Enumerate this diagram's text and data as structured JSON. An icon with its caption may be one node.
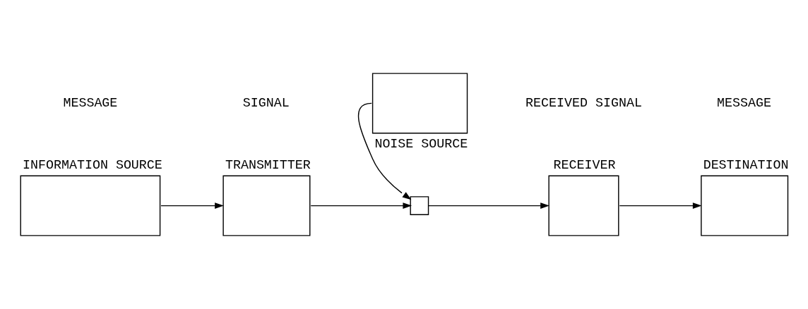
{
  "diagram": {
    "nodes": [
      {
        "text": [
          "INFORMATION SOURCE"
        ]
      },
      {
        "text": [
          "TRANSMITTER"
        ]
      },
      {
        "text": [],
        "shape": "box"
      },
      {
        "text": [
          "RECEIVER"
        ]
      },
      {
        "text": [
          "DESTINATION"
        ]
      },
      {
        "text": [
          "NOISE SOURCE"
        ]
      }
    ],
    "edges": [
      {
        "from": 0,
        "to": 1,
        "arrow": "to"
      },
      {
        "from": 1,
        "to": 2,
        "arrow": "to"
      },
      {
        "from": 2,
        "to": 3,
        "arrow": "to"
      },
      {
        "from": 3,
        "to": 4,
        "arrow": "to"
      },
      {
        "from": 5,
        "to": 2,
        "arrow": "to"
      }
    ],
    "labels": [
      "MESSAGE",
      "SIGNAL",
      "RECEIVED SIGNAL",
      "MESSAGE"
    ]
  }
}
